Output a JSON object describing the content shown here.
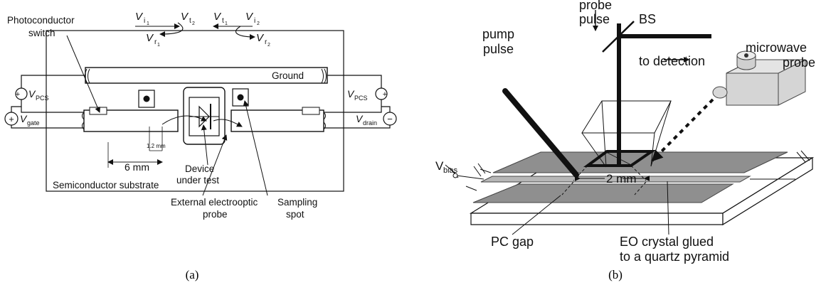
{
  "panel_a": {
    "caption": "(a)",
    "labels": {
      "photoconductor_switch": "Photoconductor",
      "photoconductor_switch_2": "switch",
      "ground": "Ground",
      "vpcs_left": "V",
      "vpcs_sub": "PCS",
      "vpcs_right": "V",
      "vgate": "V",
      "vgate_sub": "gate",
      "vdrain": "V",
      "vdrain_sub": "drain",
      "dim_1_2": "1.2 mm",
      "dim_6": "6 mm",
      "device_1": "Device",
      "device_2": "under test",
      "substrate": "Semiconductor substrate",
      "eo_probe_1": "External electrooptic",
      "eo_probe_2": "probe",
      "sampling_1": "Sampling",
      "sampling_2": "spot",
      "vi1": "V",
      "vi1_sub": "i",
      "vi1_subsub": "1",
      "vt2": "V",
      "vt2_sub": "t",
      "vt2_subsub": "2",
      "vr1": "V",
      "vr1_sub": "r",
      "vr1_subsub": "1",
      "vt1": "V",
      "vt1_sub": "t",
      "vt1_subsub": "1",
      "vi2": "V",
      "vi2_sub": "i",
      "vi2_subsub": "2",
      "vr2": "V",
      "vr2_sub": "r",
      "vr2_subsub": "2",
      "plus": "+",
      "minus": "−"
    }
  },
  "panel_b": {
    "caption": "(b)",
    "labels": {
      "pump_1": "pump",
      "pump_2": "pulse",
      "probe_1": "probe",
      "probe_2": "pulse",
      "bs": "BS",
      "detection": "to detection",
      "microwave_1": "microwave",
      "microwave_2": "probe",
      "vbias": "V",
      "vbias_sub": "bias",
      "dim_2": "2 mm",
      "pc_gap": "PC gap",
      "eo_1": "EO crystal glued",
      "eo_2": "to a quartz pyramid"
    }
  }
}
